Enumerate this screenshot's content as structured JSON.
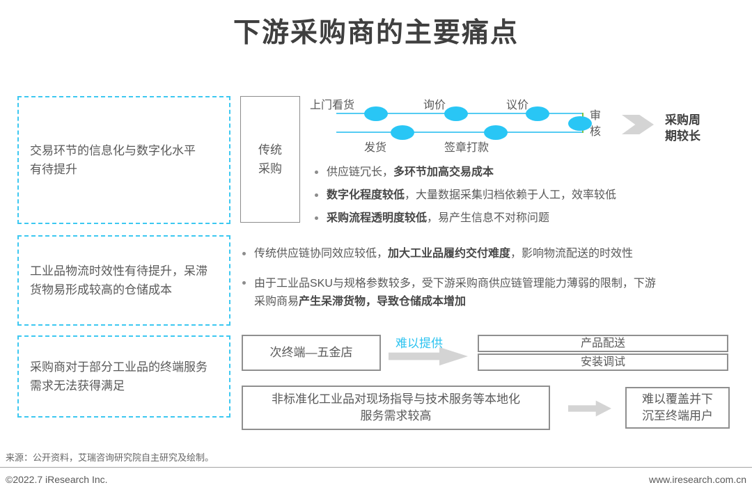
{
  "title": "下游采购商的主要痛点",
  "colors": {
    "accent_cyan": "#3dc8f1",
    "node_cyan": "#29c6f5",
    "connector_green": "#7dc242",
    "arrow_gray": "#d4d4d4",
    "text_dark": "#3f3f3f",
    "text_gray": "#595959",
    "border_gray": "#8f8f8f"
  },
  "sections": [
    {
      "pain_point": "交易环节的信息化与数字化水平\n有待提升",
      "method_label": "传统\n采购",
      "flow": {
        "steps_top": [
          "上门看货",
          "询价",
          "议价"
        ],
        "steps_bottom": [
          "发货",
          "签章打款"
        ],
        "step_end": "审\n核",
        "result": "采购周\n期较长"
      },
      "bullets": [
        {
          "pre": "供应链冗长，",
          "bold": "多环节加高交易成本",
          "post": ""
        },
        {
          "pre": "",
          "bold": "数字化程度较低",
          "post": "，大量数据采集归档依赖于人工，效率较低"
        },
        {
          "pre": "",
          "bold": "采购流程透明度较低",
          "post": "，易产生信息不对称问题"
        }
      ]
    },
    {
      "pain_point": "工业品物流时效性有待提升，呆滞\n货物易形成较高的仓储成本",
      "bullets": [
        {
          "pre": "传统供应链协同效应较低，",
          "bold": "加大工业品履约交付难度",
          "post": "，影响物流配送的时效性"
        },
        {
          "pre": "由于工业品SKU与规格参数较多，受下游采购商供应链管理能力薄弱的限制，下游\n采购商易",
          "bold": "产生呆滞货物，导致仓储成本增加",
          "post": ""
        }
      ]
    },
    {
      "pain_point": "采购商对于部分工业品的终端服务\n需求无法获得满足",
      "diagram_top": {
        "source_box": "次终端—五金店",
        "arrow_label": "难以提供",
        "target_boxes": [
          "产品配送",
          "安装调试"
        ]
      },
      "diagram_bottom": {
        "source_box": "非标准化工业品对现场指导与技术服务等本地化\n服务需求较高",
        "target_box": "难以覆盖并下\n沉至终端用户"
      }
    }
  ],
  "footer": {
    "source": "来源：公开资料，艾瑞咨询研究院自主研究及绘制。",
    "copyright": "©2022.7 iResearch Inc.",
    "website": "www.iresearch.com.cn"
  }
}
